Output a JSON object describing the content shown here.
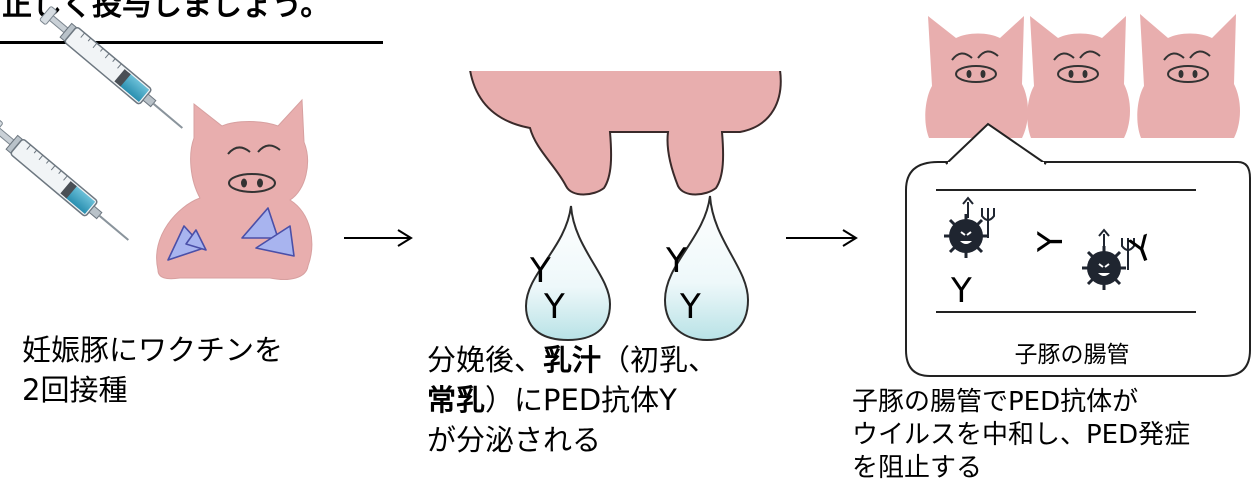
{
  "title_fragment": "正しく投与しましょう。",
  "step1": {
    "line1": "妊娠豚にワクチンを",
    "line2": "2回接種"
  },
  "step2": {
    "l1a": "分娩後、",
    "l1b": "乳汁",
    "l1c": "（初乳、",
    "l2a": "常乳",
    "l2b": "）にPED抗体Y",
    "l3": "が分泌される"
  },
  "step3": {
    "line1": "子豚の腸管でPED抗体が",
    "line2": "ウイルスを中和し、PED発症",
    "line3": "を阻止する"
  },
  "bubble_label": "子豚の腸管",
  "antibody_symbol": "Y",
  "colors": {
    "pig_pink": "#e8aeae",
    "pig_outline": "#c79090",
    "injection_mark": "#a8b4ef",
    "milk_drop": "#e9f6f8",
    "virus": "#1f2530"
  }
}
